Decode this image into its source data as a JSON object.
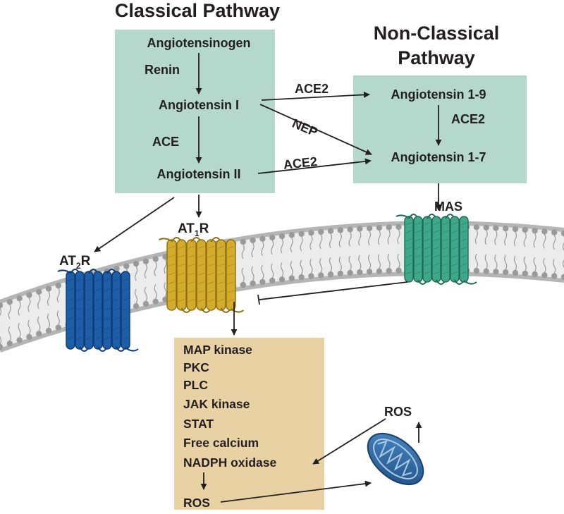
{
  "titles": {
    "classical": "Classical Pathway",
    "non_classical_line1": "Non-Classical",
    "non_classical_line2": "Pathway"
  },
  "classical_box": {
    "angiotensinogen": "Angiotensinogen",
    "renin": "Renin",
    "angiotensin_1": "Angiotensin I",
    "ace": "ACE",
    "angiotensin_2": "Angiotensin II"
  },
  "non_classical_box": {
    "angiotensin_1_9": "Angiotensin 1-9",
    "ace2": "ACE2",
    "angiotensin_1_7": "Angiotensin 1-7"
  },
  "enzymes": {
    "ace2_top": "ACE2",
    "nep": "NEP",
    "ace2_bottom": "ACE2"
  },
  "receptors": {
    "at2r": {
      "prefix": "AT",
      "sub": "2",
      "suffix": "R"
    },
    "at1r": {
      "prefix": "AT",
      "sub": "1",
      "suffix": "R"
    },
    "mas": "MAS"
  },
  "signaling_box": {
    "items": [
      "MAP kinase",
      "PKC",
      "PLC",
      "JAK kinase",
      "STAT",
      "Free calcium",
      "NADPH oxidase"
    ],
    "ros": "ROS"
  },
  "mitochondria": {
    "ros": "ROS"
  },
  "colors": {
    "pathway_box": "#b4d8cc",
    "signaling_box": "#e8d2a4",
    "at2r": "#1d5ea8",
    "at1r": "#d4ac2c",
    "mas": "#3fa88a",
    "membrane": "#9a9a9a",
    "mitochondrion": "#2f6fa8"
  }
}
